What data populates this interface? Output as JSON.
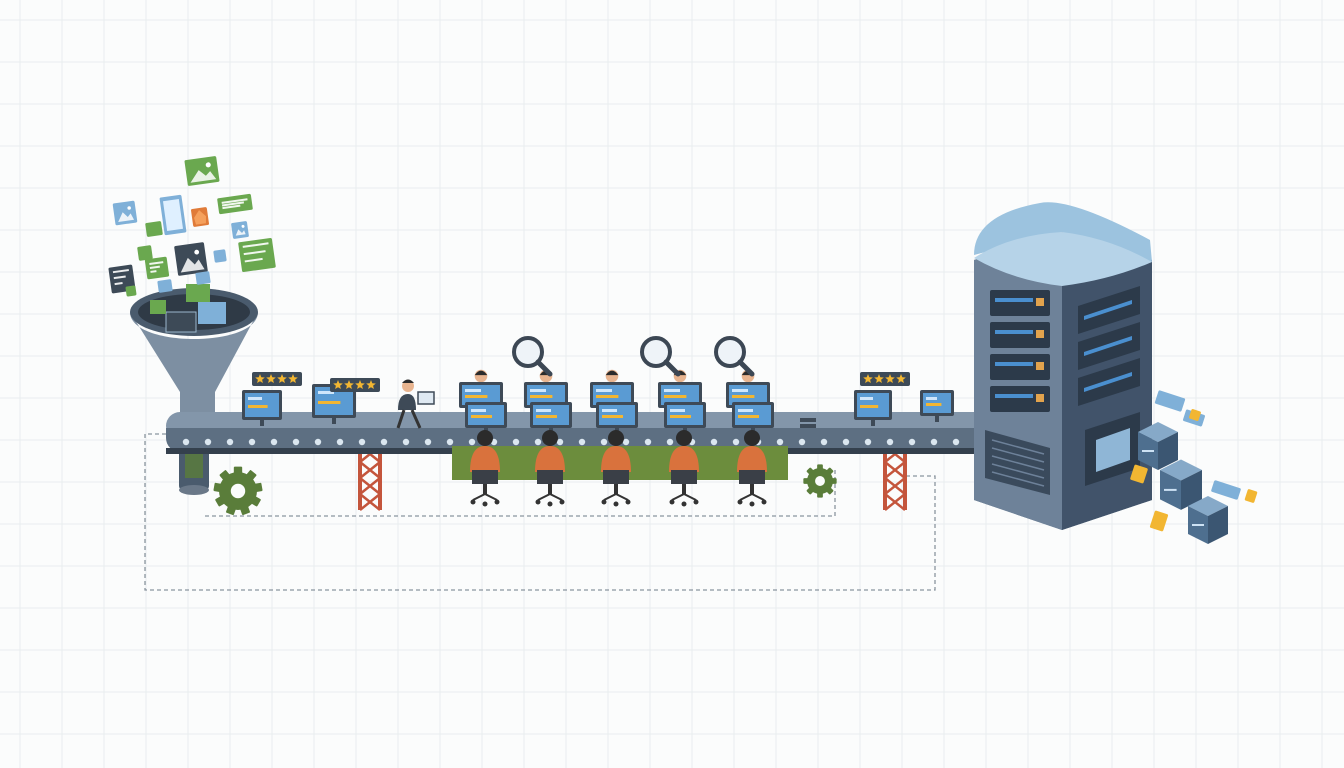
{
  "palette": {
    "background": "#fbfcfc",
    "grid": "#e8edef",
    "belt": "#5d6f82",
    "belt_dark": "#34404d",
    "belt_roller": "#dbe7f0",
    "support_red": "#c4553c",
    "gear_green": "#5a7d3a",
    "worker_orange": "#d9723d",
    "worker_hair": "#2b2b2b",
    "skin": "#e8b48f",
    "desk_green": "#6c8d3d",
    "screen_blue": "#5a9bd3",
    "monitor_frame": "#3e4a57",
    "star_gold": "#f2b632",
    "server_top": "#9cc3df",
    "server_front": "#5c7189",
    "server_side": "#41536a",
    "slot_blue": "#4a8fcf",
    "cube_blue": "#4e6f8f",
    "tag_yellow": "#f2b632",
    "card_green": "#6aa84f",
    "card_dark": "#3d4a57",
    "card_light": "#7fb0d8",
    "funnel": "#7d8fa2",
    "funnel_dark": "#4a5b6d",
    "dash": "#8a959e"
  },
  "icons": {
    "funnel": "funnel-icon",
    "gear": "gear-icon",
    "magnifier": "magnifier-icon",
    "star": "star-icon",
    "server": "server-rack-icon",
    "cube": "data-cube-icon",
    "monitor": "monitor-icon",
    "worker": "worker-icon",
    "robot": "robot-icon",
    "image_card": "image-card-icon",
    "document_card": "document-card-icon"
  },
  "counts": {
    "workers": 5,
    "reviewers": 5,
    "magnifiers": 3,
    "star_badges": 3
  },
  "star_ratings": [
    4,
    4,
    4
  ]
}
